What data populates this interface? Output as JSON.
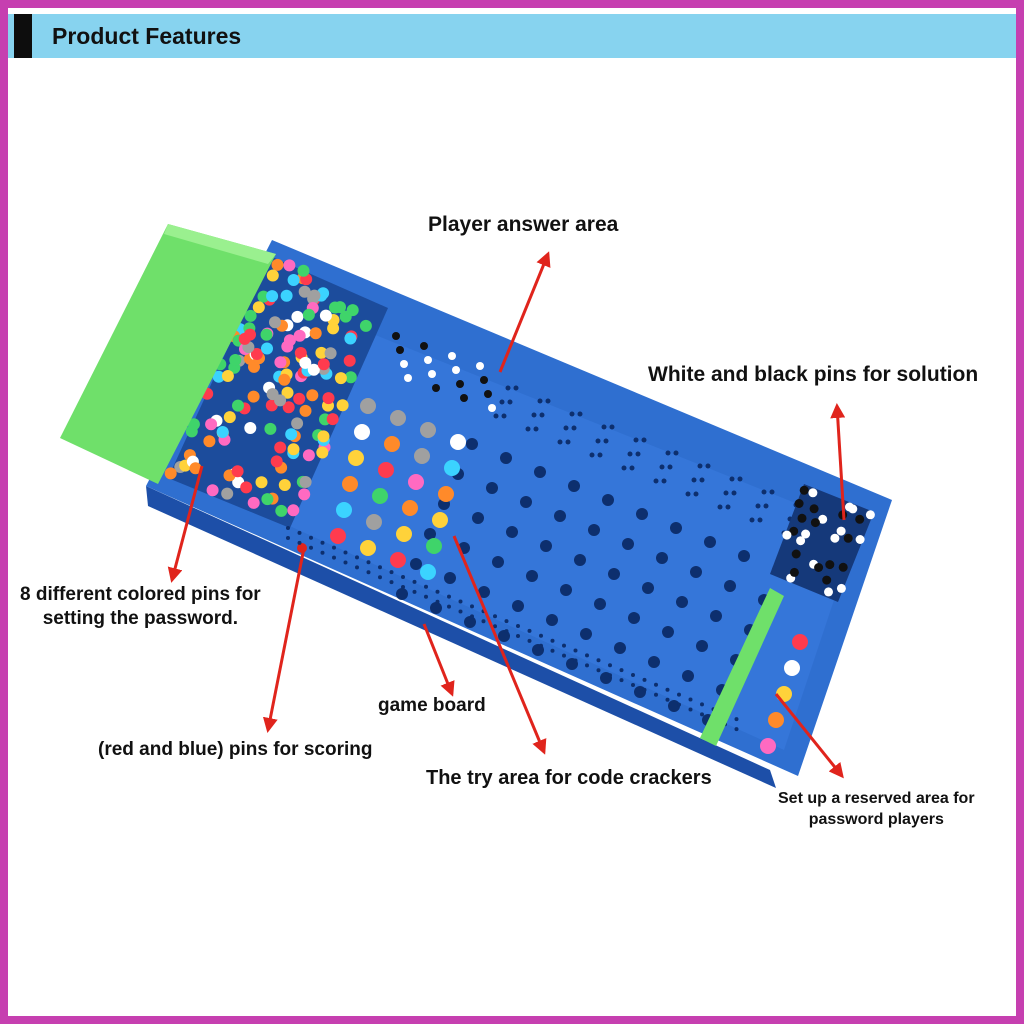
{
  "banner": {
    "title": "Product Features"
  },
  "labels": {
    "player_answer_area": "Player answer area",
    "solution_pins": "White and black pins for solution",
    "colored_pins_line1": "8 different colored pins for",
    "colored_pins_line2": "setting the password.",
    "game_board": "game board",
    "scoring_pins": "(red and blue) pins for scoring",
    "try_area": "The try area for code crackers",
    "reserved_line1": "Set up a reserved area for",
    "reserved_line2": "password players"
  },
  "colors": {
    "border": "#c63fb0",
    "banner": "#87d3ef",
    "board": "#2f6fd0",
    "tray_lid": "#6fe06a",
    "arrow": "#e0241c"
  }
}
